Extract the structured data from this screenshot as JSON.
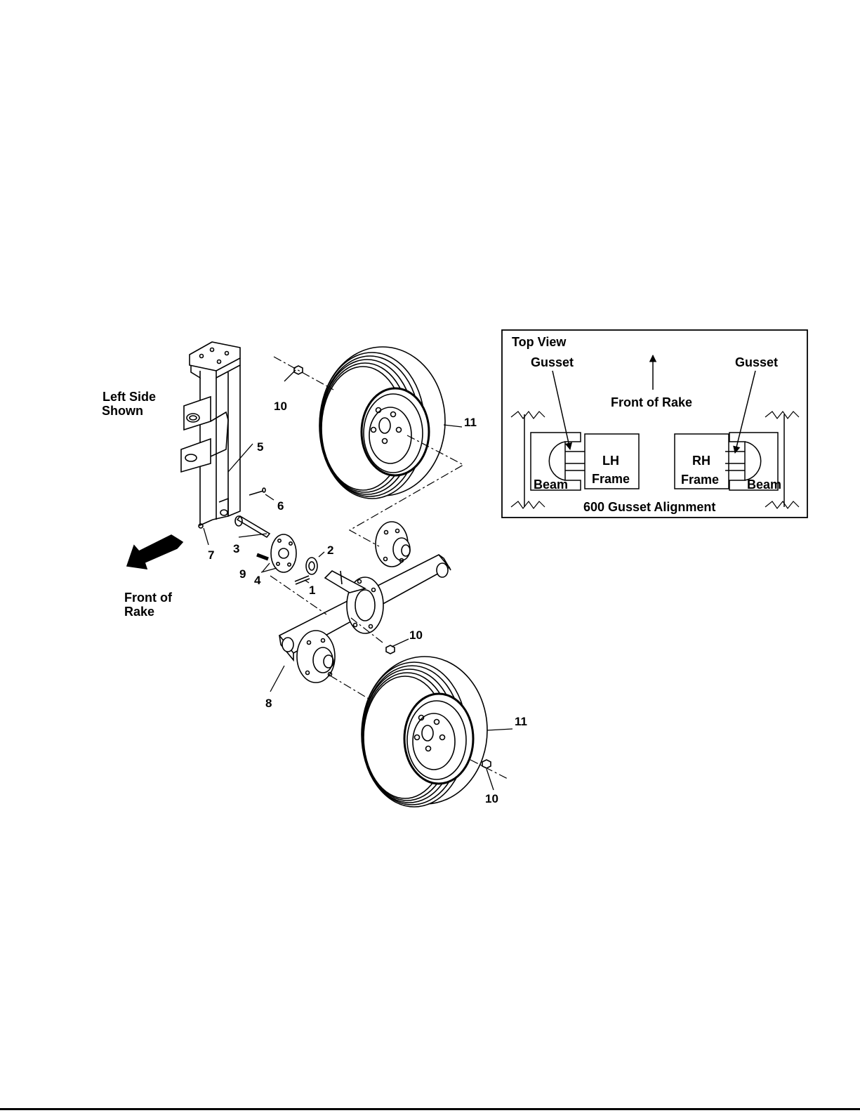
{
  "main_labels": {
    "left_side_shown": [
      "Left Side",
      "Shown"
    ],
    "front_of_rake": [
      "Front of",
      "Rake"
    ]
  },
  "callouts": [
    "1",
    "2",
    "3",
    "4",
    "5",
    "6",
    "7",
    "8",
    "9",
    "10",
    "10",
    "10",
    "11",
    "11"
  ],
  "inset": {
    "title": "Top View",
    "gusset_left": "Gusset",
    "gusset_right": "Gusset",
    "front_of_rake": "Front of Rake",
    "lh_frame": [
      "LH",
      "Frame"
    ],
    "rh_frame": [
      "RH",
      "Frame"
    ],
    "beam_left": "Beam",
    "beam_right": "Beam",
    "caption": "600 Gusset Alignment"
  }
}
